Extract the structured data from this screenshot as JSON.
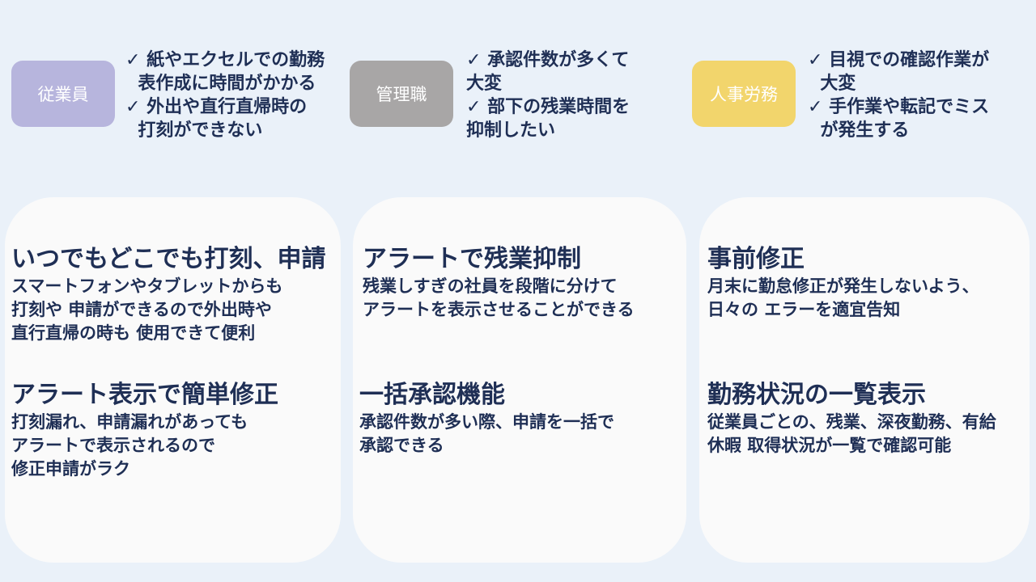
{
  "roles": [
    {
      "label": "従業員",
      "pains": [
        "✓ 紙やエクセルでの勤務",
        "  表作成に時間がかかる",
        "✓ 外出や直行直帰時の",
        "  打刻ができない"
      ]
    },
    {
      "label": "管理職",
      "pains": [
        "✓ 承認件数が多くて",
        "大変",
        "✓ 部下の残業時間を",
        "抑制したい"
      ]
    },
    {
      "label": "人事労務",
      "pains": [
        "✓ 目視での確認作業が",
        "  大変",
        "✓ 手作業や転記でミス",
        "  が発生する"
      ]
    }
  ],
  "cards": [
    {
      "features": [
        {
          "title": "いつでもどこでも打刻、申請",
          "desc": "スマートフォンやタブレットからも\n打刻や 申請ができるので外出時や\n直行直帰の時も 使用できて便利"
        },
        {
          "title": "アラート表示で簡単修正",
          "desc": "打刻漏れ、申請漏れがあっても\nアラートで表示されるので\n修正申請がラク"
        }
      ]
    },
    {
      "features": [
        {
          "title": "アラートで残業抑制",
          "desc": "残業しすぎの社員を段階に分けて\nアラートを表示させることができる"
        },
        {
          "title": "一括承認機能",
          "desc": "承認件数が多い際、申請を一括で\n承認できる"
        }
      ]
    },
    {
      "features": [
        {
          "title": "事前修正",
          "desc": "月末に勤怠修正が発生しないよう、\n日々の エラーを適宜告知"
        },
        {
          "title": "勤務状況の一覧表示",
          "desc": "従業員ごとの、残業、深夜勤務、有給\n休暇 取得状況が一覧で確認可能"
        }
      ]
    }
  ],
  "colors": {
    "background": "#eaf1f9",
    "employee_badge": "#b7b5dd",
    "manager_badge": "#a8a6a6",
    "hr_badge": "#f2d56c",
    "text": "#1f2f55",
    "card": "#fafafa"
  }
}
